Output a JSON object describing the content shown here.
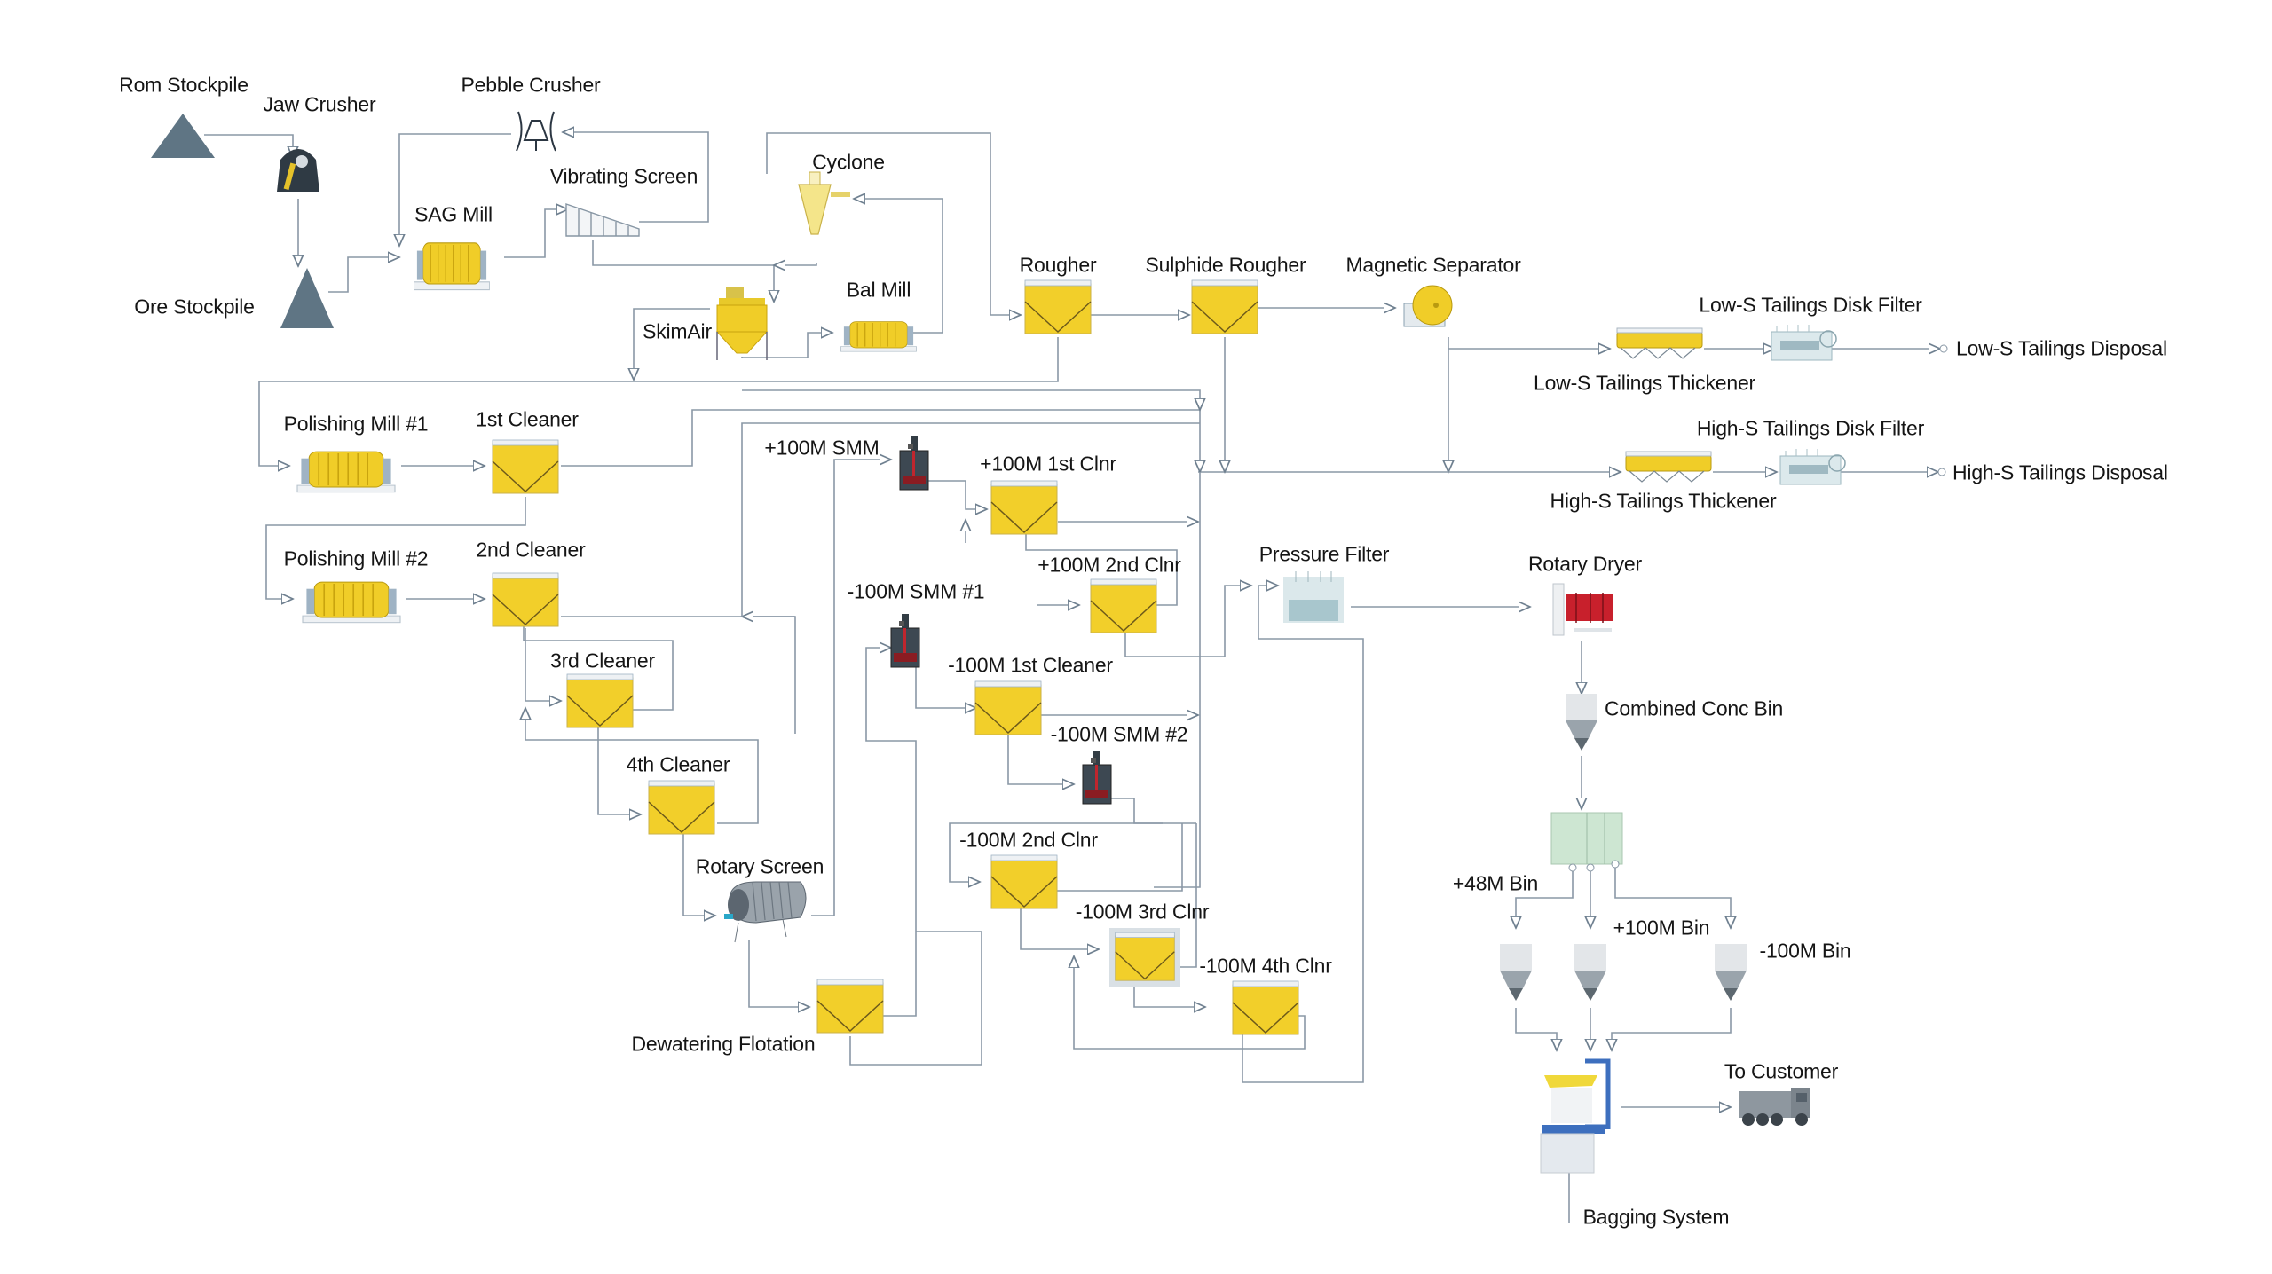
{
  "diagram": {
    "title": "Mineral Processing Plant Flowsheet",
    "colors": {
      "background": "#ffffff",
      "line": "#8a98a6",
      "cell_yellow": "#f2cf2a",
      "stockpile": "#5f7584",
      "smm_body": "#3d4852",
      "smm_accent": "#c0262e",
      "dryer_red": "#c8202c",
      "filter_teal": "#b9d3d8",
      "screener_green": "#cde6d2",
      "bin_gray": "#dde1e4"
    },
    "labels": {
      "rom_stockpile": "Rom Stockpile",
      "jaw_crusher": "Jaw Crusher",
      "ore_stockpile": "Ore Stockpile",
      "pebble_crusher": "Pebble Crusher",
      "sag_mill": "SAG Mill",
      "vibrating_screen": "Vibrating Screen",
      "cyclone": "Cyclone",
      "skimair": "SkimAir",
      "bal_mill": "Bal Mill",
      "rougher": "Rougher",
      "sulphide_rougher": "Sulphide Rougher",
      "magnetic_separator": "Magnetic Separator",
      "low_s_disk_filter": "Low-S Tailings Disk Filter",
      "low_s_thickener": "Low-S Tailings Thickener",
      "low_s_disposal": "Low-S Tailings Disposal",
      "high_s_disk_filter": "High-S Tailings Disk Filter",
      "high_s_thickener": "High-S Tailings Thickener",
      "high_s_disposal": "High-S Tailings Disposal",
      "polishing_mill_1": "Polishing Mill #1",
      "polishing_mill_2": "Polishing Mill #2",
      "cleaner_1": "1st Cleaner",
      "cleaner_2": "2nd Cleaner",
      "cleaner_3": "3rd Cleaner",
      "cleaner_4": "4th Cleaner",
      "rotary_screen": "Rotary Screen",
      "dewatering_flotation": "Dewatering Flotation",
      "p100_smm": "+100M SMM",
      "p100_1st_clnr": "+100M 1st Clnr",
      "p100_2nd_clnr": "+100M 2nd Clnr",
      "m100_smm_1": "-100M SMM #1",
      "m100_1st_cleaner": "-100M 1st Cleaner",
      "m100_smm_2": "-100M SMM #2",
      "m100_2nd_clnr": "-100M 2nd Clnr",
      "m100_3rd_clnr": "-100M 3rd Clnr",
      "m100_4th_clnr": "-100M 4th Clnr",
      "pressure_filter": "Pressure Filter",
      "rotary_dryer": "Rotary Dryer",
      "combined_conc_bin": "Combined Conc Bin",
      "p48_bin": "+48M Bin",
      "p100_bin": "+100M Bin",
      "m100_bin": "-100M Bin",
      "to_customer": "To Customer",
      "bagging_system": "Bagging System"
    }
  }
}
